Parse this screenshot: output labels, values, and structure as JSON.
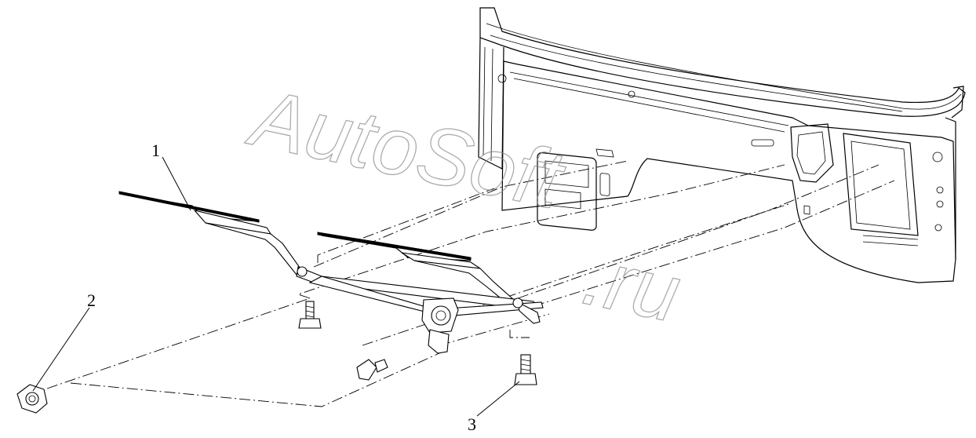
{
  "callouts": [
    {
      "id": "1",
      "label": "1"
    },
    {
      "id": "2",
      "label": "2"
    },
    {
      "id": "3",
      "label": "3"
    }
  ],
  "watermark": {
    "line1": "AutoSoft",
    "line2": ".ru"
  },
  "colors": {
    "line": "#000000",
    "watermark": "#8a8a8a",
    "background": "#ffffff"
  }
}
